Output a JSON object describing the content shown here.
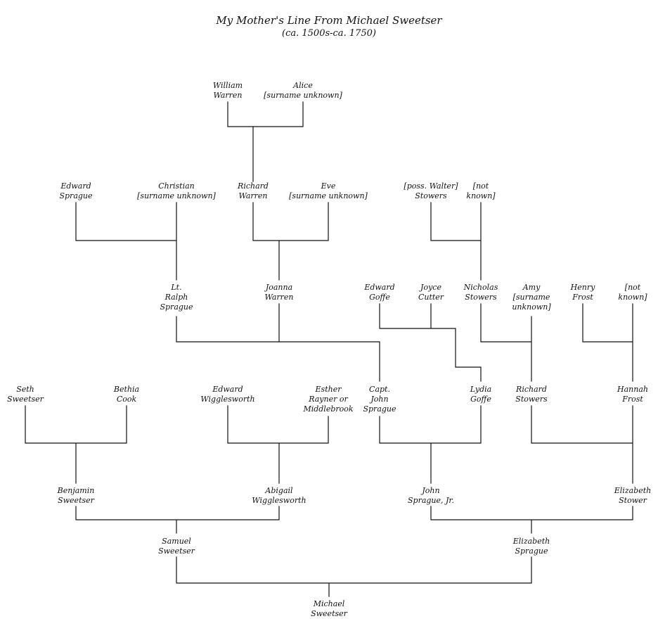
{
  "title": "My Mother's Line From Michael Sweetser",
  "subtitle": "(ca. 1500s-ca. 1750)",
  "people": {
    "william_warren": [
      "William",
      "Warren"
    ],
    "alice": [
      "Alice",
      "[surname unknown]"
    ],
    "edward_sprague": [
      "Edward",
      "Sprague"
    ],
    "christian": [
      "Christian",
      "[surname unknown]"
    ],
    "richard_warren": [
      "Richard",
      "Warren"
    ],
    "eve": [
      "Eve",
      "[surname unknown]"
    ],
    "walter_stowers": [
      "[poss. Walter]",
      "Stowers"
    ],
    "not_known_1": [
      "[not",
      "known]"
    ],
    "ralph_sprague": [
      "Lt.",
      "Ralph",
      "Sprague"
    ],
    "joanna_warren": [
      "Joanna",
      "Warren"
    ],
    "edward_goffe": [
      "Edward",
      "Goffe"
    ],
    "joyce_cutter": [
      "Joyce",
      "Cutter"
    ],
    "nicholas_stowers": [
      "Nicholas",
      "Stowers"
    ],
    "amy": [
      "Amy",
      "[surname",
      "unknown]"
    ],
    "henry_frost": [
      "Henry",
      "Frost"
    ],
    "not_known_2": [
      "[not",
      "known]"
    ],
    "seth_sweetser": [
      "Seth",
      "Sweetser"
    ],
    "bethia_cook": [
      "Bethia",
      "Cook"
    ],
    "edward_wigglesworth": [
      "Edward",
      "Wigglesworth"
    ],
    "esther_rayner": [
      "Esther",
      "Rayner or",
      "Middlebrook"
    ],
    "john_sprague_capt": [
      "Capt.",
      "John",
      "Sprague"
    ],
    "lydia_goffe": [
      "Lydia",
      "Goffe"
    ],
    "richard_stowers": [
      "Richard",
      "Stowers"
    ],
    "hannah_frost": [
      "Hannah",
      "Frost"
    ],
    "benjamin_sweetser": [
      "Benjamin",
      "Sweetser"
    ],
    "abigail_wigglesworth": [
      "Abigail",
      "Wigglesworth"
    ],
    "john_sprague_jr": [
      "John",
      "Sprague, Jr."
    ],
    "elizabeth_stower": [
      "Elizabeth",
      "Stower"
    ],
    "samuel_sweetser": [
      "Samuel",
      "Sweetser"
    ],
    "elizabeth_sprague": [
      "Elizabeth",
      "Sprague"
    ],
    "michael_sweetser": [
      "Michael",
      "Sweetser"
    ]
  }
}
